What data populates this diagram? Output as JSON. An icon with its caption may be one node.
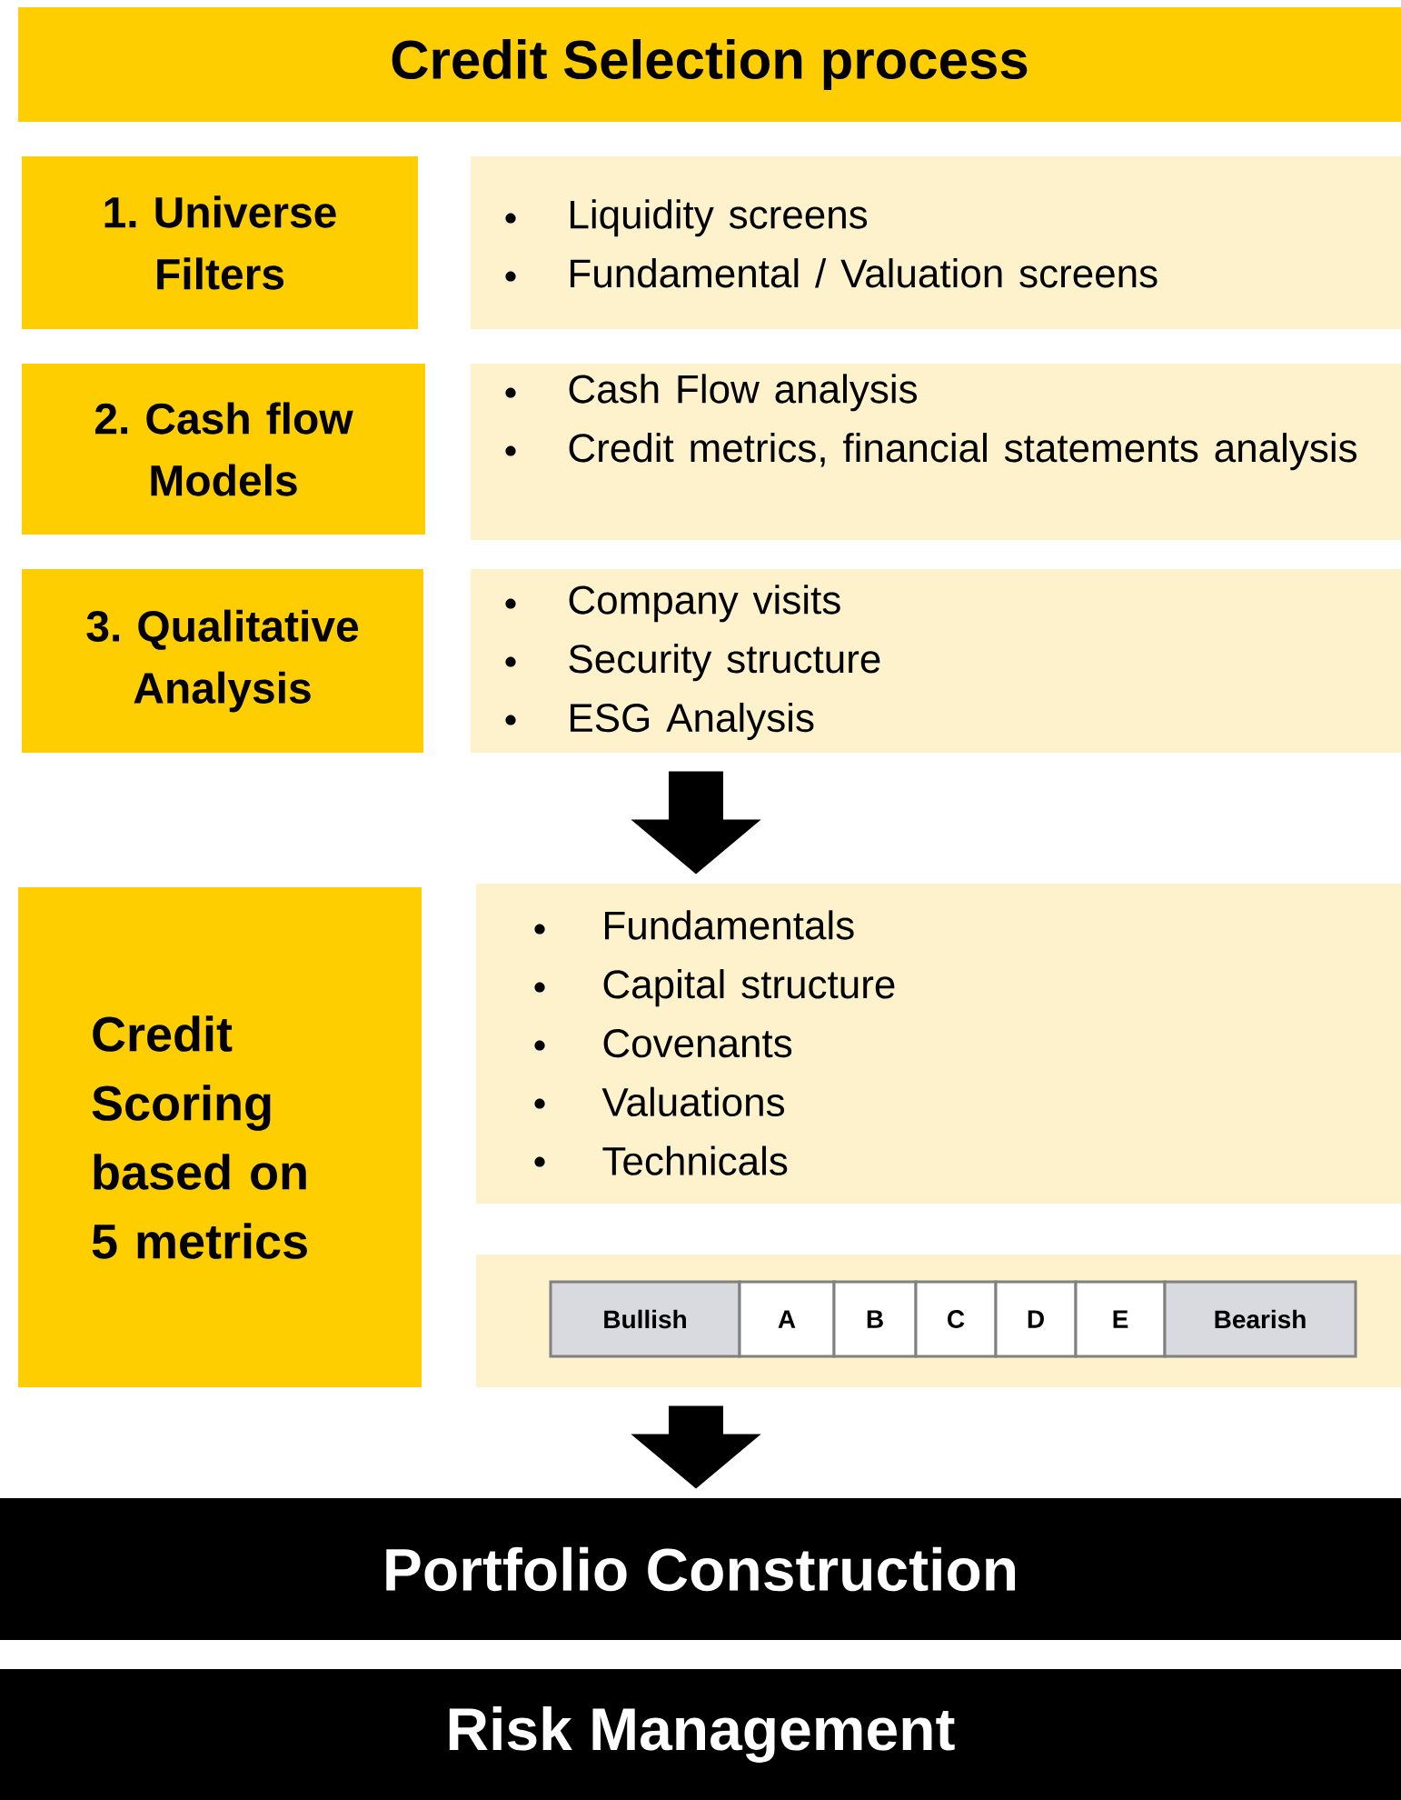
{
  "diagram": {
    "nodes": [
      {
        "text": [
          "Credit Selection process"
        ]
      },
      {
        "text": [
          "1. Universe Filters"
        ]
      },
      {
        "text": [
          "Liquidity screens",
          "Fundamental / Valuation screens"
        ]
      },
      {
        "text": [
          "2. Cash flow Models"
        ]
      },
      {
        "text": [
          "Cash Flow analysis",
          "Credit metrics, financial statements analysis"
        ]
      },
      {
        "text": [
          "3. Qualitative Analysis"
        ]
      },
      {
        "text": [
          "Company visits",
          "Security structure",
          "ESG Analysis"
        ]
      },
      {
        "text": [
          "Credit Scoring based on 5 metrics"
        ]
      },
      {
        "text": [
          "Fundamentals",
          "Capital structure",
          "Covenants",
          "Valuations",
          "Technicals"
        ]
      },
      {
        "text": [],
        "shape": "box"
      },
      {
        "text": [
          "Bullish"
        ],
        "in": 9
      },
      {
        "text": [
          "A"
        ],
        "in": 9
      },
      {
        "text": [
          "B"
        ],
        "in": 9
      },
      {
        "text": [
          "C"
        ],
        "in": 9
      },
      {
        "text": [
          "D"
        ],
        "in": 9
      },
      {
        "text": [
          "E"
        ],
        "in": 9
      },
      {
        "text": [
          "Bearish"
        ],
        "in": 9
      },
      {
        "text": [
          "Portfolio Construction"
        ]
      },
      {
        "text": [
          "Risk Management"
        ]
      }
    ],
    "edges": [
      {
        "from": 6,
        "to": 8,
        "arrow": "to"
      },
      {
        "from": 9,
        "to": 17,
        "arrow": "to"
      }
    ]
  }
}
